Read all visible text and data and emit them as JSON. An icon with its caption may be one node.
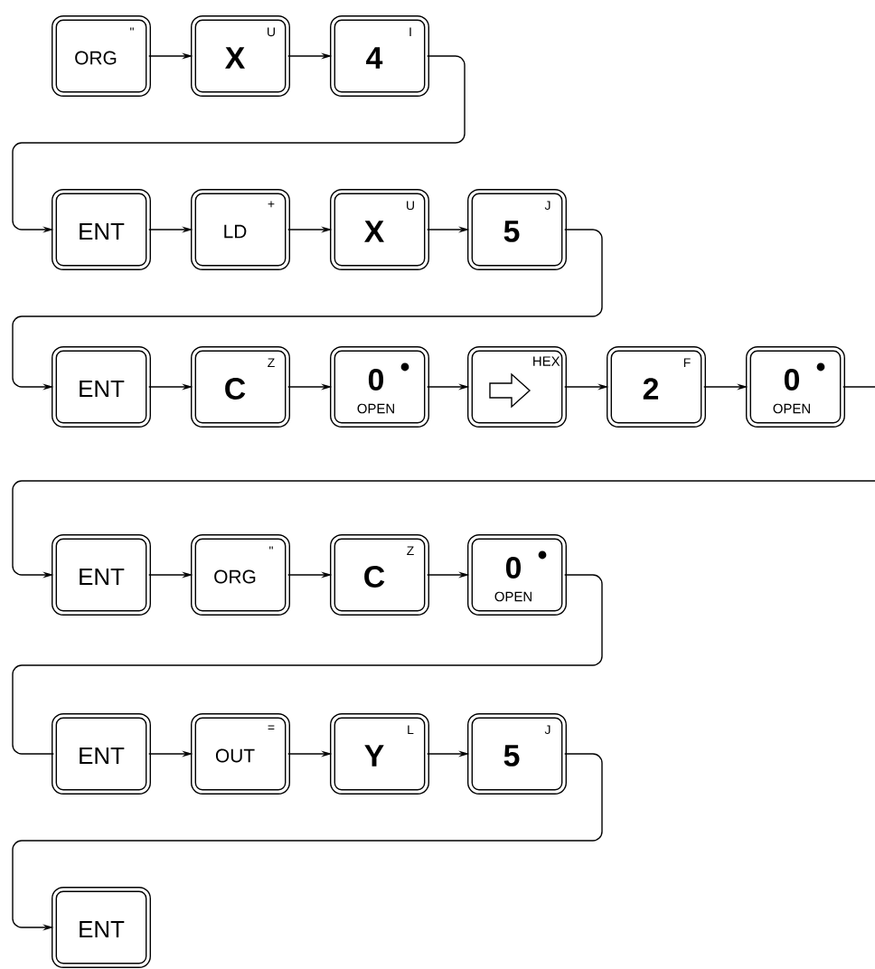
{
  "diagram": {
    "nodes": [
      {
        "text": [
          "ORG",
          "\""
        ]
      },
      {
        "text": [
          "X",
          "U"
        ]
      },
      {
        "text": [
          "4",
          "I"
        ]
      },
      {
        "text": [
          "ENT"
        ]
      },
      {
        "text": [
          "LD",
          "+"
        ]
      },
      {
        "text": [
          "X",
          "U"
        ]
      },
      {
        "text": [
          "5",
          "J"
        ]
      },
      {
        "text": [
          "ENT"
        ]
      },
      {
        "text": [
          "C",
          "Z"
        ]
      },
      {
        "text": [
          "0",
          "OPEN"
        ]
      },
      {
        "text": [
          "HEX"
        ]
      },
      {
        "text": [
          "2",
          "F"
        ]
      },
      {
        "text": [
          "0",
          "OPEN"
        ]
      },
      {
        "text": [
          "ENT"
        ]
      },
      {
        "text": [
          "ORG",
          "\""
        ]
      },
      {
        "text": [
          "C",
          "Z"
        ]
      },
      {
        "text": [
          "0",
          "OPEN"
        ]
      },
      {
        "text": [
          "ENT"
        ]
      },
      {
        "text": [
          "OUT",
          "="
        ]
      },
      {
        "text": [
          "Y",
          "L"
        ]
      },
      {
        "text": [
          "5",
          "J"
        ]
      },
      {
        "text": [
          "ENT"
        ]
      }
    ],
    "edges": [
      {
        "from": 0,
        "to": 1,
        "arrow": "to"
      },
      {
        "from": 1,
        "to": 2,
        "arrow": "to"
      },
      {
        "from": 2,
        "to": 3,
        "arrow": "to"
      },
      {
        "from": 3,
        "to": 4,
        "arrow": "to"
      },
      {
        "from": 4,
        "to": 5,
        "arrow": "to"
      },
      {
        "from": 5,
        "to": 6,
        "arrow": "to"
      },
      {
        "from": 6,
        "to": 7,
        "arrow": "to"
      },
      {
        "from": 7,
        "to": 8,
        "arrow": "to"
      },
      {
        "from": 8,
        "to": 9,
        "arrow": "to"
      },
      {
        "from": 9,
        "to": 10,
        "arrow": "to"
      },
      {
        "from": 10,
        "to": 11,
        "arrow": "to"
      },
      {
        "from": 11,
        "to": 12,
        "arrow": "to"
      },
      {
        "from": 12,
        "to": 13,
        "arrow": "to"
      },
      {
        "from": 13,
        "to": 14,
        "arrow": "to"
      },
      {
        "from": 14,
        "to": 15,
        "arrow": "to"
      },
      {
        "from": 15,
        "to": 16,
        "arrow": "to"
      },
      {
        "from": 16,
        "to": 17,
        "arrow": "none"
      },
      {
        "from": 17,
        "to": 18,
        "arrow": "to"
      },
      {
        "from": 18,
        "to": 19,
        "arrow": "to"
      },
      {
        "from": 19,
        "to": 20,
        "arrow": "to"
      },
      {
        "from": 20,
        "to": 21,
        "arrow": "to"
      }
    ]
  }
}
